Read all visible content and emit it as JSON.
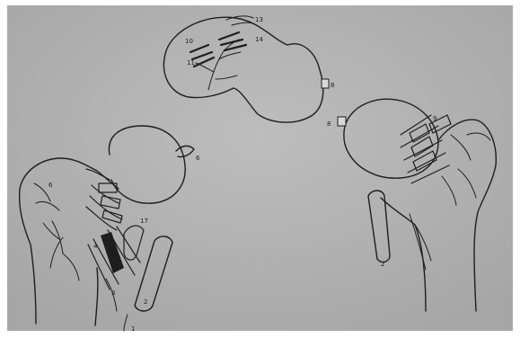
{
  "figure": {
    "colors": {
      "paper": "#a6a6a6",
      "paper_light": "#bdbdbd",
      "ink": "#1e1e1e",
      "frame": "#ffffff"
    },
    "top_view": {
      "labels": {
        "a": "13",
        "b": "14",
        "c": "10",
        "d": "11",
        "e": "8"
      }
    },
    "left_view": {
      "labels": {
        "a": "6",
        "b": "6",
        "c": "17",
        "d": "4",
        "e": "3",
        "f": "2",
        "g": "1"
      }
    },
    "right_view": {
      "labels": {
        "a": "8",
        "b": "9",
        "c": "2"
      }
    }
  }
}
